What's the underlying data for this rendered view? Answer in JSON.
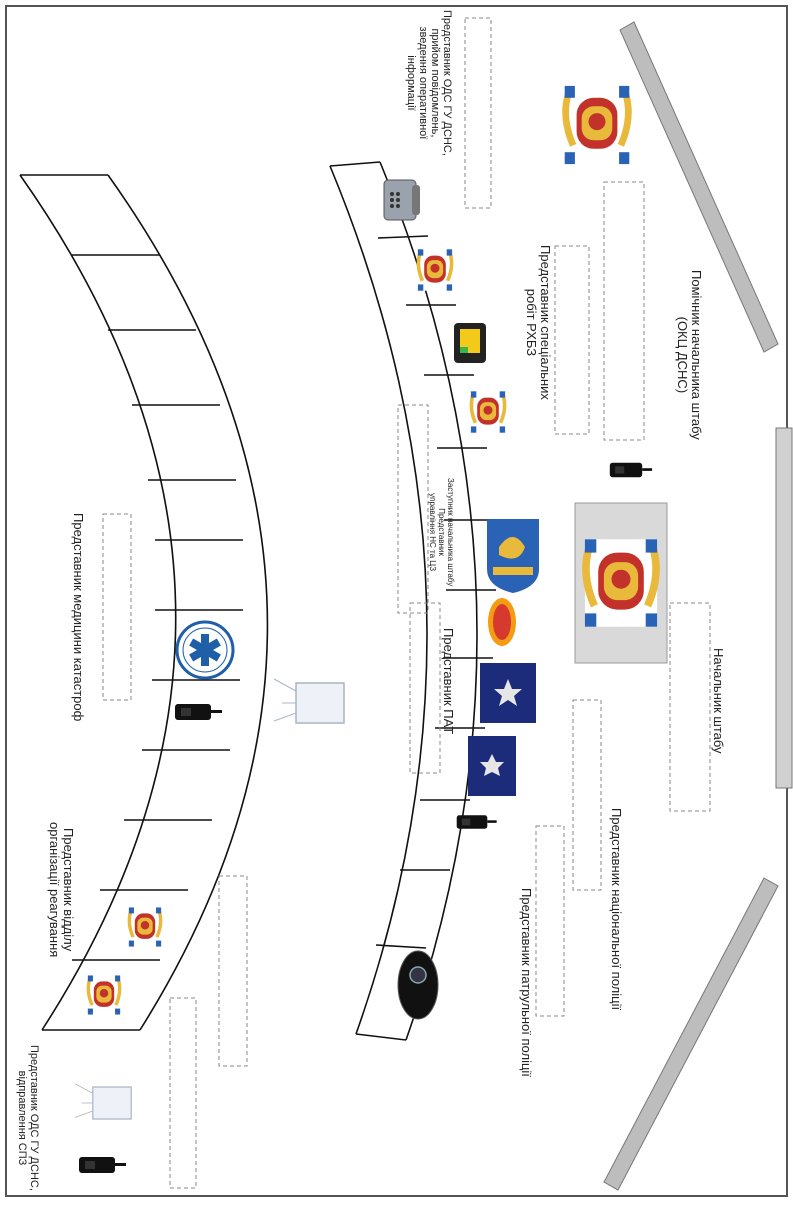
{
  "labels": {
    "head_of_staff": "Начальник штабу",
    "assistant_head": "Помічник начальника штабу\n(ОКЦ ДСНС)",
    "odc_reception": "Представник ОДС ГУ ДСНС,\nприйом повідомлень,\nзведення оперативної\nінформації",
    "rkhbz": "Представник спеціальних\nробіт РХБЗ",
    "deputy_head": "Заступник начальника штабу\nПредставник\nуправління НС та ЦЗ",
    "pat": "Представник ПАТ",
    "national_police": "Представник національної поліції",
    "patrol_police": "Представник патрульної поліції",
    "medicine": "Представник медицини катастроф",
    "response_org": "Представник відділу\nорганізації реагування",
    "odc_dispatch": "Представник ОДС ГУ ДСНС,\nвідправлення СПЗ"
  },
  "icons": {
    "coat_of_arms": "city-coat-of-arms-icon",
    "phone": "desk-phone-icon",
    "radio": "walkie-talkie-icon",
    "flipchart": "flipchart-icon",
    "projector": "projector-icon",
    "tablet": "tablet-device-icon",
    "lion_emblem": "lviv-lion-emblem-icon",
    "gas_company": "gas-company-logo-icon",
    "police": "police-emblem-icon",
    "star_of_life": "star-of-life-icon"
  },
  "colors": {
    "desk_stroke": "#111111",
    "wall_fill": "#bdbdbd",
    "podium_fill": "#d9d9d9",
    "police_blue": "#1d2c7a",
    "emblem_red": "#c2322b",
    "emblem_gold": "#e8b93a",
    "lion_blue": "#2a63b5"
  }
}
